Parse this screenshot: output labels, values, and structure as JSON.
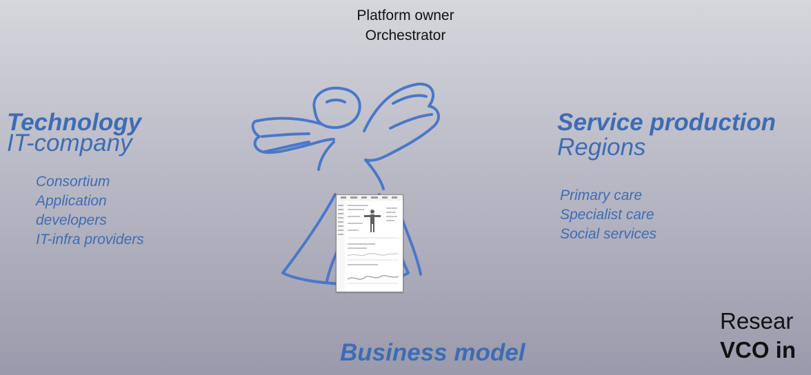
{
  "owner": {
    "line1": "Platform owner",
    "line2": "Orchestrator"
  },
  "technology": {
    "title": "Technology",
    "subtitle": "IT-company",
    "items": [
      "Consortium",
      "Application",
      "developers",
      "IT-infra providers"
    ]
  },
  "service": {
    "title": "Service production",
    "subtitle": "Regions",
    "items": [
      "Primary care",
      "Specialist care",
      "Social services"
    ]
  },
  "business_model": "Business model",
  "research": {
    "line1": "Resear",
    "line2": "VCO in"
  },
  "colors": {
    "accent": "#3e6cb4",
    "sketch": "#4a78c8",
    "text": "#111111"
  }
}
